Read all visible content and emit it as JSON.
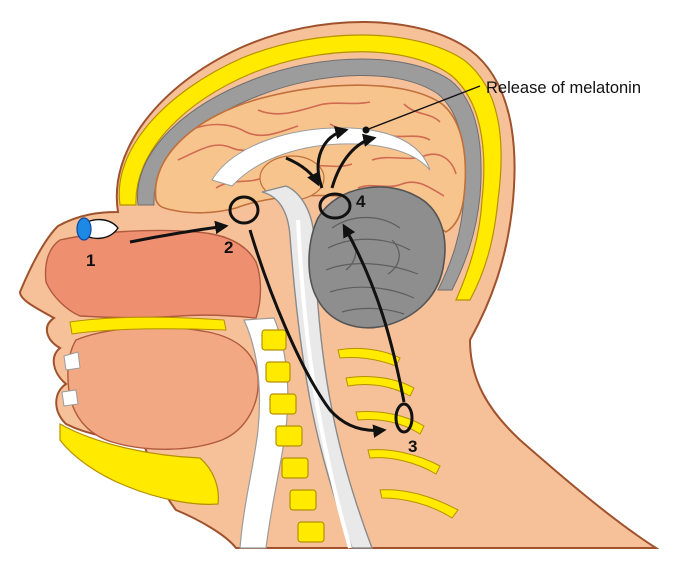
{
  "caption": "Release of melatonin",
  "markers": {
    "eye": "1",
    "hypothalamus": "2",
    "ganglion": "3",
    "pineal": "4"
  },
  "colors": {
    "skin": "#F6C199",
    "skin_line": "#A0522D",
    "fat": "#FFEA00",
    "brain": "#F8C48E",
    "brain_line": "#C0703A",
    "meninges": "#9C9C9C",
    "cerebellum": "#8E8E8E",
    "nasal": "#EE9070",
    "spine": "#E9E9E9",
    "eye": "#1E88E5",
    "pathway": "#111111"
  }
}
